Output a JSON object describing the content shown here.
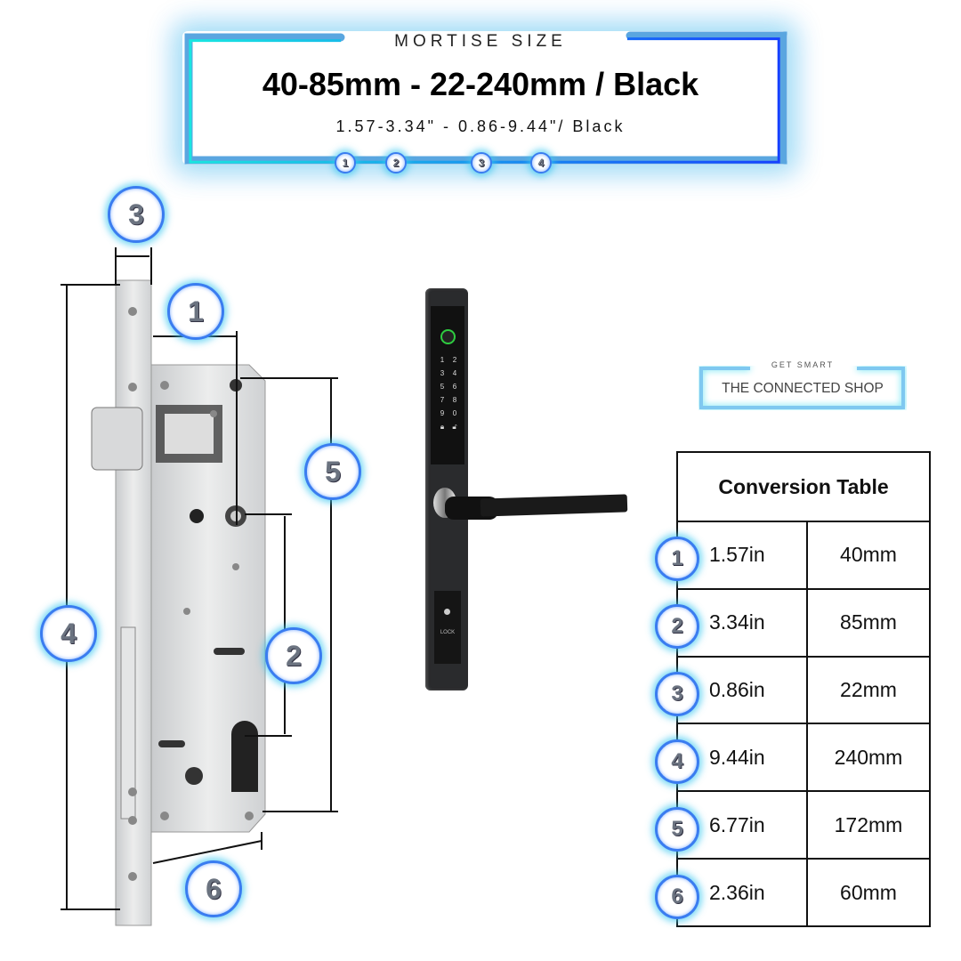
{
  "header": {
    "label": "MORTISE SIZE",
    "title": "40-85mm - 22-240mm / Black",
    "subtitle_inches": "1.57-3.34\" - 0.86-9.44\"/ Black",
    "markers": [
      "1",
      "2",
      "3",
      "4"
    ]
  },
  "logo": {
    "tagline": "GET SMART",
    "name": "THE CONNECTED SHOP"
  },
  "diagram": {
    "dimension_labels": [
      "1",
      "2",
      "3",
      "4",
      "5",
      "6"
    ],
    "keypad_keys": [
      "1",
      "2",
      "3",
      "4",
      "5",
      "6",
      "7",
      "8",
      "9",
      "0"
    ],
    "lock_label": "LOCK"
  },
  "table": {
    "title": "Conversion Table",
    "rows": [
      {
        "n": "1",
        "inches": "1.57in",
        "mm": "40mm"
      },
      {
        "n": "2",
        "inches": "3.34in",
        "mm": "85mm"
      },
      {
        "n": "3",
        "inches": "0.86in",
        "mm": "22mm"
      },
      {
        "n": "4",
        "inches": "9.44in",
        "mm": "240mm"
      },
      {
        "n": "5",
        "inches": "6.77in",
        "mm": "172mm"
      },
      {
        "n": "6",
        "inches": "2.36in",
        "mm": "60mm"
      }
    ]
  },
  "colors": {
    "accent_cyan": "#19e6e0",
    "accent_blue": "#1640ff",
    "frame_mid": "#5aa6e0"
  }
}
